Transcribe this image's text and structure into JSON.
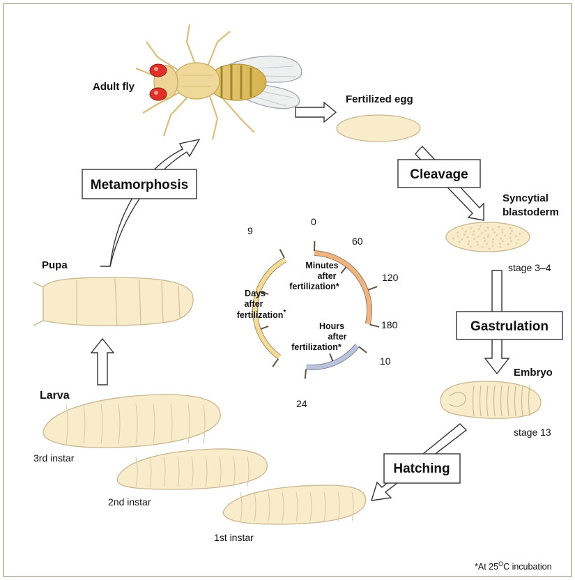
{
  "stages": {
    "adult_fly": "Adult fly",
    "fertilized_egg": "Fertilized egg",
    "syncytial_blastoderm_line1": "Syncytial",
    "syncytial_blastoderm_line2": "blastoderm",
    "stage_3_4": "stage 3–4",
    "embryo": "Embryo",
    "stage_13": "stage 13",
    "larva": "Larva",
    "third_instar": "3rd instar",
    "second_instar": "2nd instar",
    "first_instar": "1st instar",
    "pupa": "Pupa"
  },
  "processes": {
    "cleavage": "Cleavage",
    "gastrulation": "Gastrulation",
    "hatching": "Hatching",
    "metamorphosis": "Metamorphosis"
  },
  "timescales": {
    "minutes": {
      "line1": "Minutes",
      "line2": "after",
      "line3": "fertilization*",
      "ticks": [
        "0",
        "60",
        "120",
        "180"
      ],
      "color": "#f2b47e"
    },
    "hours": {
      "line1": "Hours",
      "line2": "after",
      "line3": "fertilization*",
      "ticks": [
        "10",
        "24"
      ],
      "color": "#b9c4dc"
    },
    "days": {
      "line1": "Days",
      "line2": "after",
      "line3": "fertilization",
      "asterisk": "*",
      "ticks": [
        "9"
      ],
      "color": "#f5dc96"
    }
  },
  "footnote": {
    "prefix": "*At 25",
    "sup": "O",
    "suffix": "C incubation"
  },
  "colors": {
    "body": "#f8eccb",
    "body_stroke": "#c8b690",
    "eye": "#e03028",
    "frame": "#b0a89a"
  }
}
